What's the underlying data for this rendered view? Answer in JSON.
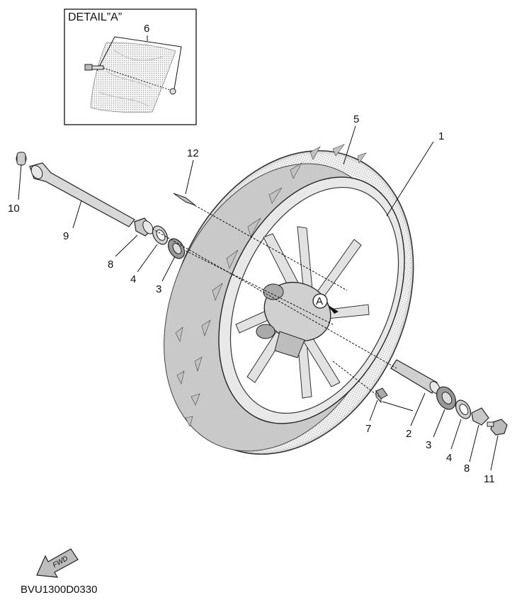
{
  "detail": {
    "title": "DETAIL”A”",
    "marker": "A"
  },
  "callouts": [
    "1",
    "2",
    "3",
    "4",
    "5",
    "6",
    "7",
    "8",
    "9",
    "10",
    "11",
    "12",
    "3",
    "4",
    "8"
  ],
  "fwd_label": "FWD",
  "diagram_code": "BVU1300D0330"
}
